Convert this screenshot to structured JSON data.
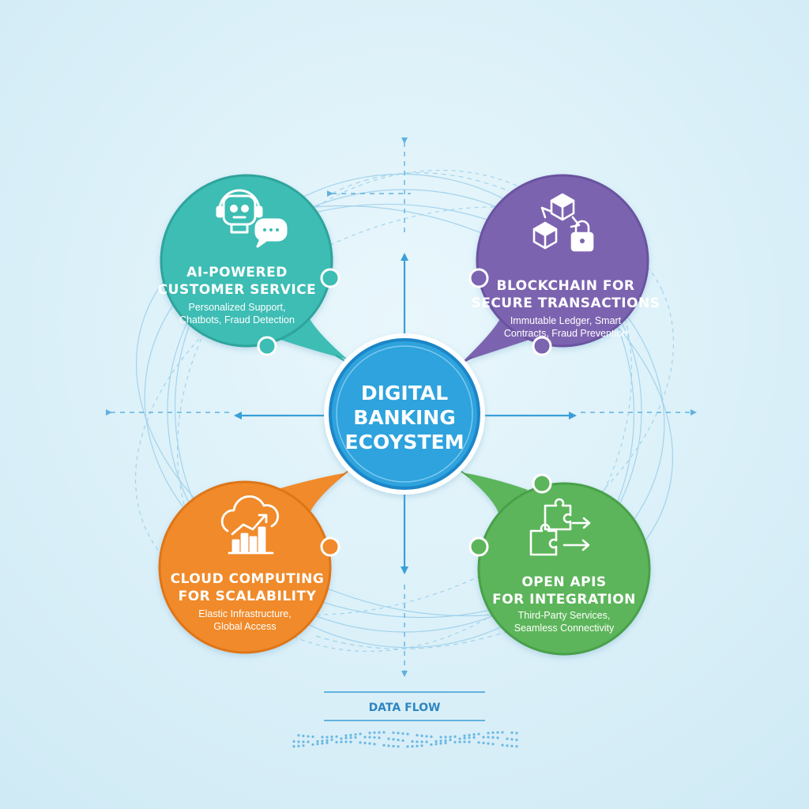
{
  "center": {
    "lines": [
      "DIGITAL",
      "BANKING",
      "ECOYSTEM"
    ]
  },
  "nodes": {
    "ai": {
      "title": [
        "AI-POWERED",
        "CUSTOMER SERVICE"
      ],
      "subtitle": [
        "Personalized Support,",
        "Chatbots, Fraud Detection"
      ],
      "icon": "robot-chat-icon"
    },
    "blockchain": {
      "title": [
        "BLOCKCHAIN FOR",
        "SECURE TRANSACTIONS"
      ],
      "subtitle": [
        "Immutable Ledger, Smart",
        "Contracts, Fraud Prevention"
      ],
      "icon": "blocks-lock-icon"
    },
    "cloud": {
      "title": [
        "CLOUD COMPUTING",
        "FOR SCALABILITY"
      ],
      "subtitle": [
        "Elastic Infrastructure,",
        "Global Access"
      ],
      "icon": "cloud-growth-icon"
    },
    "api": {
      "title": [
        "OPEN APIS",
        "FOR INTEGRATION"
      ],
      "subtitle": [
        "Third-Party Services,",
        "Seamless Connectivity"
      ],
      "icon": "puzzle-arrows-icon"
    }
  },
  "legend": {
    "label": "DATA FLOW"
  },
  "colors": {
    "background": "#dff2fa",
    "center": "#2fa3dd",
    "center_ring": "#1e86c8",
    "ai": "#3dbdb4",
    "blockchain": "#7b64b0",
    "cloud": "#f08a2c",
    "api": "#5cb55a",
    "flow_line": "#4aa8da",
    "white": "#ffffff"
  }
}
